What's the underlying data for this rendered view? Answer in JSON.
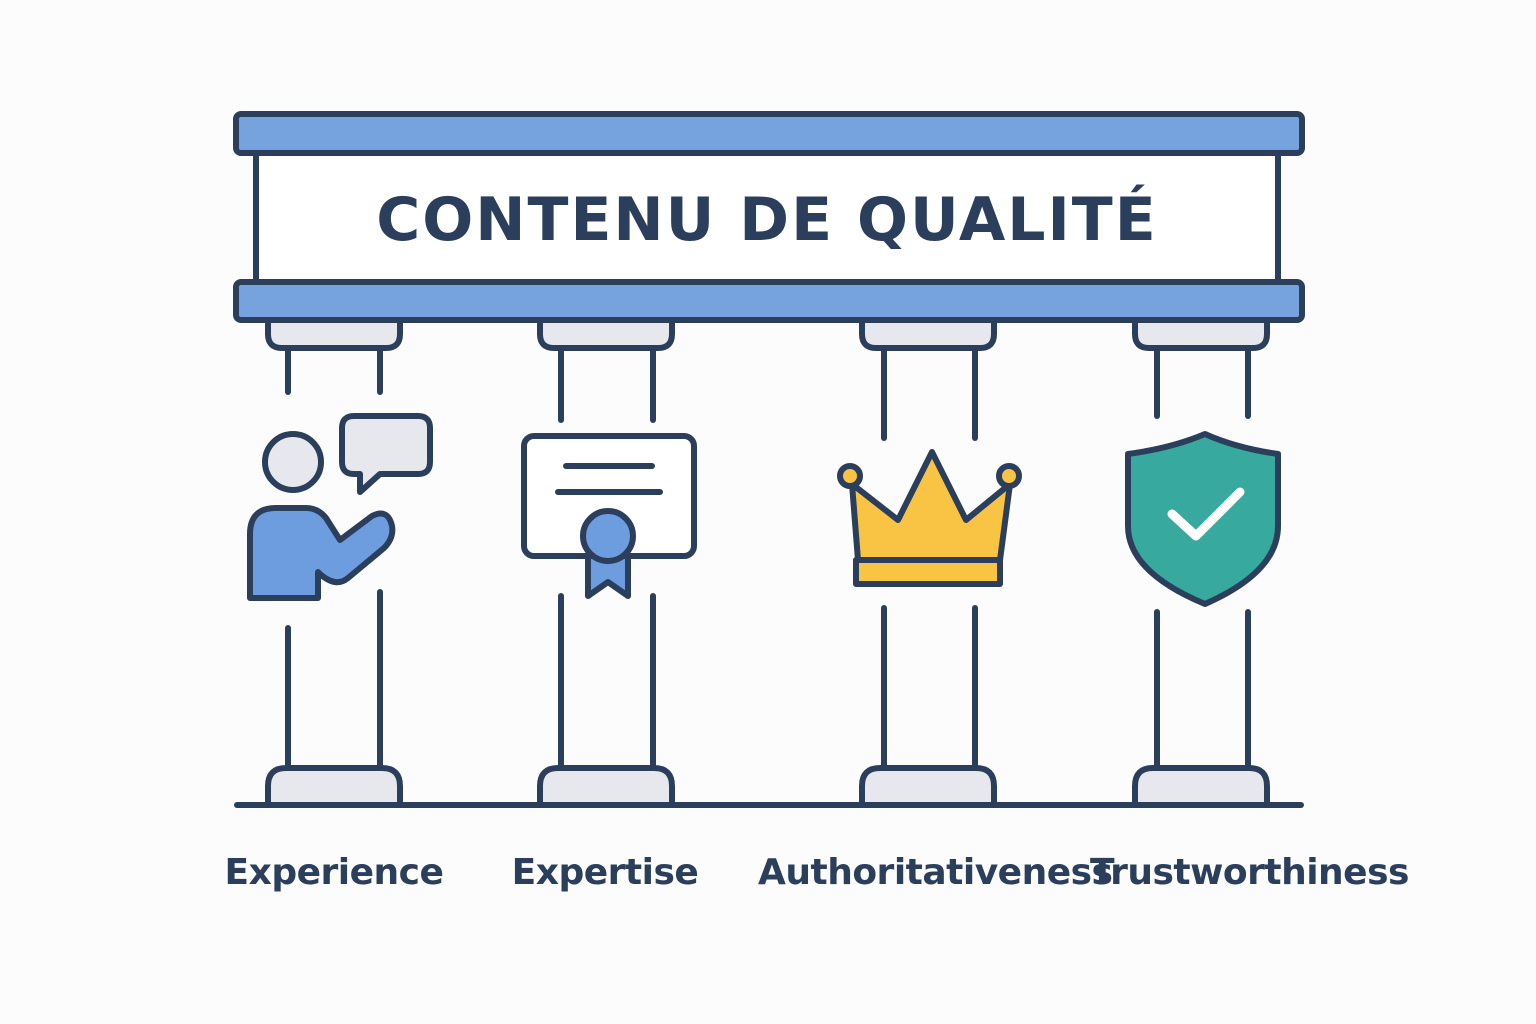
{
  "title": "CONTENU DE QUALITÉ",
  "pillars": [
    {
      "label": "Experience",
      "icon": "person-speech-bubble-icon"
    },
    {
      "label": "Expertise",
      "icon": "certificate-icon"
    },
    {
      "label": "Authoritativeness",
      "icon": "crown-icon"
    },
    {
      "label": "Trustworthiness",
      "icon": "shield-check-icon"
    }
  ],
  "colors": {
    "outline": "#2b3f5c",
    "beam_blue": "#76a3dd",
    "icon_blue": "#6e9ddf",
    "light_gray": "#e6e8ee",
    "crown_yellow": "#f9c443",
    "shield_teal": "#37a99e",
    "background": "#fbfcfb"
  }
}
